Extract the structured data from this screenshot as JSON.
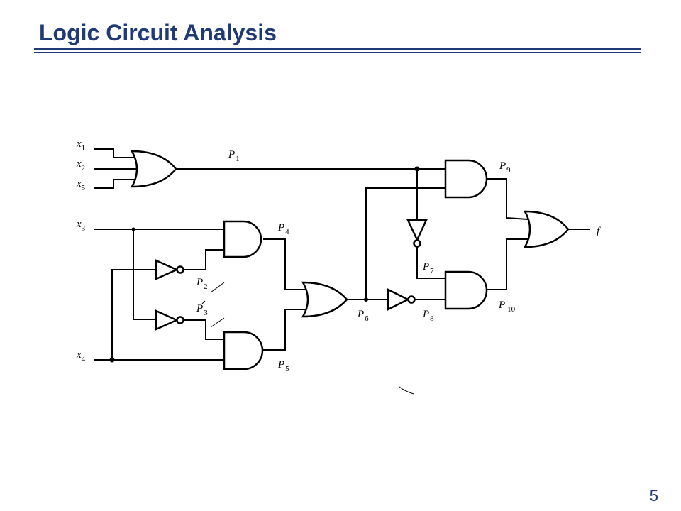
{
  "title": "Logic Circuit Analysis",
  "page_number": "5",
  "diagram": {
    "inputs": [
      {
        "name": "x",
        "sub": "1"
      },
      {
        "name": "x",
        "sub": "2"
      },
      {
        "name": "x",
        "sub": "5"
      },
      {
        "name": "x",
        "sub": "3"
      },
      {
        "name": "x",
        "sub": "4"
      }
    ],
    "signals": [
      {
        "name": "P",
        "sub": "1"
      },
      {
        "name": "P",
        "sub": "2"
      },
      {
        "name": "P",
        "sub": "3"
      },
      {
        "name": "P",
        "sub": "4"
      },
      {
        "name": "P",
        "sub": "5"
      },
      {
        "name": "P",
        "sub": "6"
      },
      {
        "name": "P",
        "sub": "7"
      },
      {
        "name": "P",
        "sub": "8"
      },
      {
        "name": "P",
        "sub": "9"
      },
      {
        "name": "P",
        "sub": "10"
      }
    ],
    "output": "f"
  }
}
